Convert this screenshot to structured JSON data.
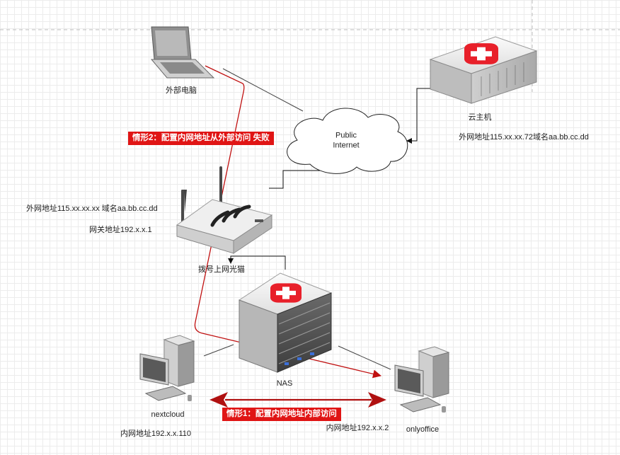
{
  "nodes": {
    "laptop": {
      "label": "外部电脑"
    },
    "cloud_server": {
      "label": "云主机",
      "address": "外网地址115.xx.xx.72域名aa.bb.cc.dd"
    },
    "internet": {
      "line1": "Public",
      "line2": "Internet"
    },
    "router": {
      "label": "拨号上网光猫",
      "wan_address": "外网地址115.xx.xx.xx 域名aa.bb.cc.dd",
      "gateway": "网关地址192.x.x.1"
    },
    "nas": {
      "label": "NAS"
    },
    "nextcloud": {
      "label": "nextcloud",
      "address": "内网地址192.x.x.110"
    },
    "onlyoffice": {
      "label": "onlyoffice",
      "address": "内网地址192.x.x.2"
    }
  },
  "scenarios": {
    "case1": "情形1：配置内网地址内部访问",
    "case2": "情形2：配置内网地址从外部访问 失败"
  },
  "colors": {
    "accent_red": "#e01515",
    "dark_red": "#b01010",
    "brand_red": "#e8202a"
  }
}
